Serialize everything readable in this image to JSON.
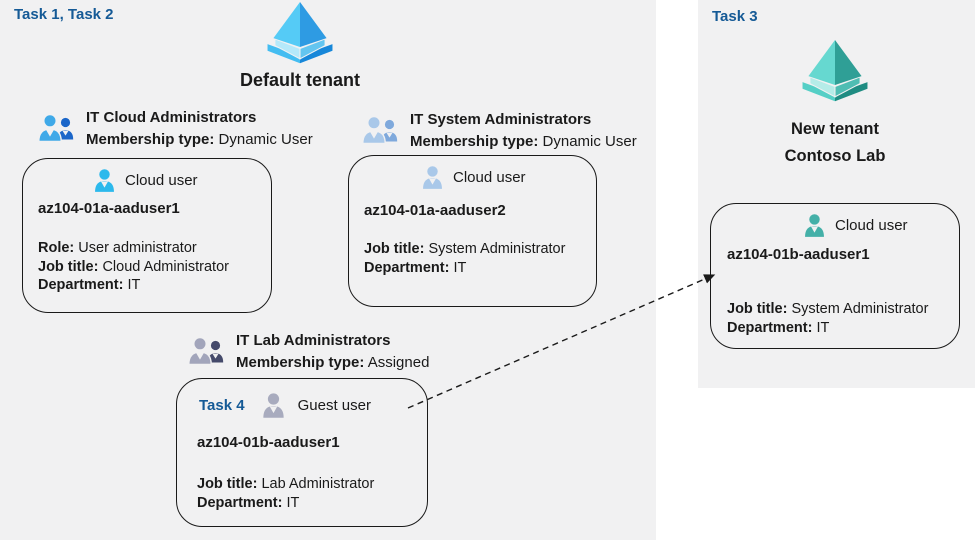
{
  "colors": {
    "canvas_bg": "#F1F1F2",
    "panel_bg": "#F1F1F2",
    "task_label_blue": "#155A96",
    "box_border": "#1A1A1A",
    "text": "#1A1A1A",
    "aad_blue": {
      "face_light": "#55CBF6",
      "face_dark": "#2E9BE3",
      "base_light": "#B5E9FA",
      "base_mid": "#63C5F0",
      "rim_light": "#44BDF1",
      "rim_dark": "#1787D9"
    },
    "aad_teal": {
      "face_light": "#66D8D0",
      "face_dark": "#2F9F96",
      "base_light": "#B5ECE8",
      "base_mid": "#4FBDB3",
      "rim_light": "#55CFC6",
      "rim_dark": "#1F8C82"
    },
    "group_cloud": {
      "front": "#3FA9E8",
      "back": "#1B66C9"
    },
    "group_system": {
      "front": "#A9C8E9",
      "back": "#7FA9DC"
    },
    "group_lab": {
      "front": "#A2A5BB",
      "back": "#454A6B"
    },
    "user_cloud_bright": "#2CB9EC",
    "user_cloud_pale": "#A9C8E9",
    "user_guest": "#A8ABBE",
    "user_teal": "#44B0A8"
  },
  "left": {
    "task_label": "Task 1, Task 2",
    "tenant_title": "Default tenant",
    "groups": [
      {
        "name": "IT Cloud Administrators",
        "membership_label": "Membership type:",
        "membership_value": "Dynamic User"
      },
      {
        "name": "IT System Administrators",
        "membership_label": "Membership type:",
        "membership_value": "Dynamic User"
      },
      {
        "name": "IT Lab Administrators",
        "membership_label": "Membership type:",
        "membership_value": "Assigned"
      }
    ],
    "cards": [
      {
        "user_type": "Cloud user",
        "name": "az104-01a-aaduser1",
        "fields": [
          {
            "label": "Role:",
            "value": "User administrator"
          },
          {
            "label": "Job title:",
            "value": "Cloud Administrator"
          },
          {
            "label": "Department:",
            "value": "IT"
          }
        ]
      },
      {
        "user_type": "Cloud user",
        "name": "az104-01a-aaduser2",
        "fields": [
          {
            "label": "Job title:",
            "value": "System Administrator"
          },
          {
            "label": "Department:",
            "value": "IT"
          }
        ]
      },
      {
        "task_label": "Task 4",
        "user_type": "Guest user",
        "name": "az104-01b-aaduser1",
        "fields": [
          {
            "label": "Job title:",
            "value": "Lab Administrator"
          },
          {
            "label": "Department:",
            "value": "IT"
          }
        ]
      }
    ]
  },
  "right": {
    "task_label": "Task 3",
    "tenant_title_line1": "New tenant",
    "tenant_title_line2": "Contoso Lab",
    "card": {
      "user_type": "Cloud user",
      "name": "az104-01b-aaduser1",
      "fields": [
        {
          "label": "Job title:",
          "value": "System Administrator"
        },
        {
          "label": "Department:",
          "value": "IT"
        }
      ]
    }
  }
}
